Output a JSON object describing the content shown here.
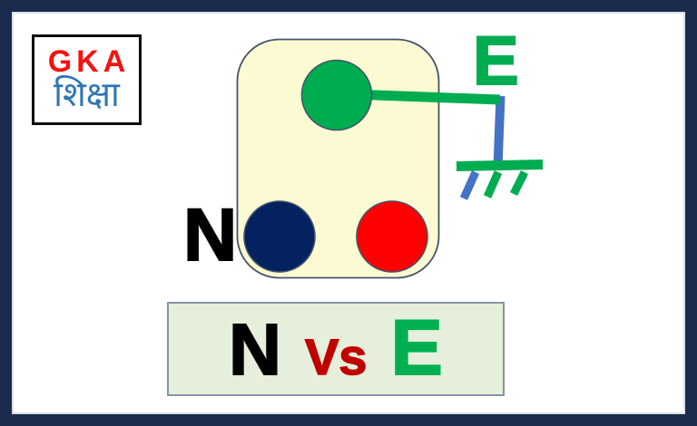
{
  "brand": {
    "name": "GKA",
    "subtitle": "शिक्षा",
    "name_color": "#F61111",
    "subtitle_color": "#2E75B6"
  },
  "diagram": {
    "neutral_label": "N",
    "earth_label": "E",
    "pins": [
      "earth-pin",
      "neutral-pin",
      "live-pin"
    ],
    "colors": {
      "frame": "#1B2B4D",
      "socket_fill": "#FBFAD2",
      "socket_outline": "#44546A",
      "earth_pin": "#00AC50",
      "neutral_pin": "#03225F",
      "live_pin": "#FF0000",
      "earth_wire": "#00AC50",
      "ground_lead": "#4472C4"
    }
  },
  "caption": {
    "left": "N",
    "versus": "Vs",
    "right": "E",
    "left_color": "#000000",
    "versus_color": "#C00000",
    "right_color": "#00B050",
    "box_fill": "#E6EFDB"
  }
}
